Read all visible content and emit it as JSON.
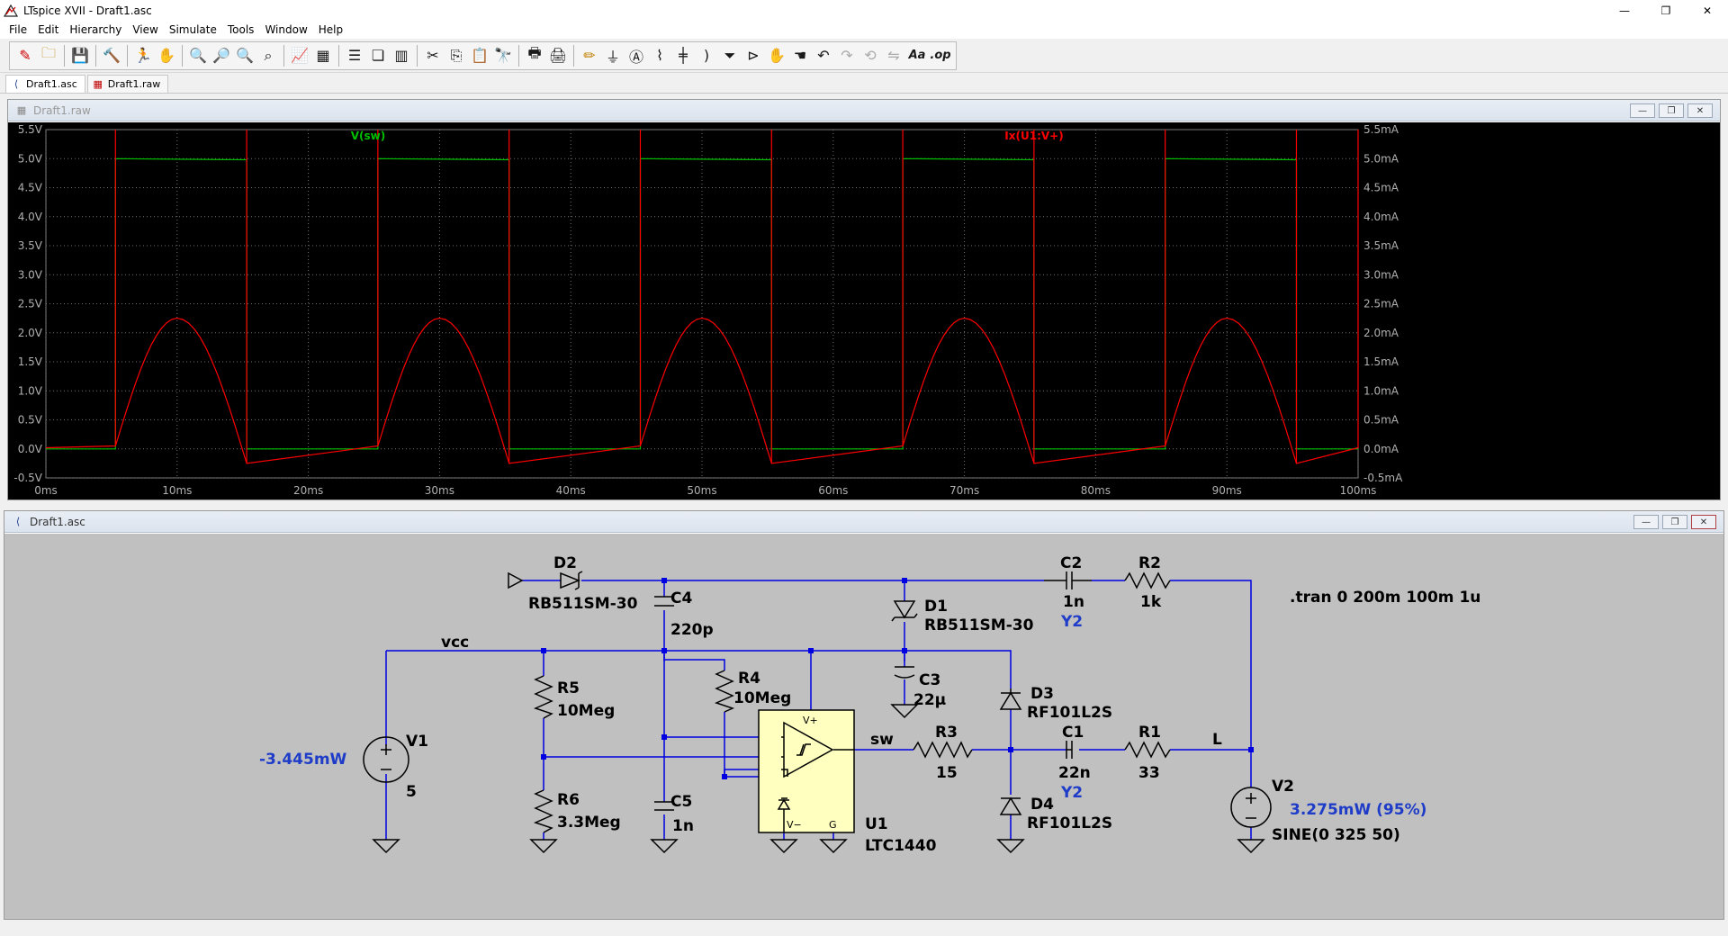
{
  "window": {
    "title": "LTspice XVII - Draft1.asc",
    "min": "—",
    "max": "❐",
    "close": "✕"
  },
  "menu": [
    "File",
    "Edit",
    "Hierarchy",
    "View",
    "Simulate",
    "Tools",
    "Window",
    "Help"
  ],
  "toolbar": {
    "aa_label": "Aa",
    "op_label": ".op"
  },
  "tabs": [
    {
      "label": "Draft1.asc",
      "active": true
    },
    {
      "label": "Draft1.raw",
      "active": false
    }
  ],
  "plot_window": {
    "title": "Draft1.raw"
  },
  "schematic_window": {
    "title": "Draft1.asc"
  },
  "chart_data": {
    "type": "line",
    "series": [
      {
        "name": "V(sw)",
        "color": "#00c000",
        "axis": "left",
        "x": [
          0,
          5.3,
          5.3,
          15.3,
          15.3,
          25.3,
          25.3,
          35.3,
          35.3,
          45.3,
          45.3,
          55.3,
          55.3,
          65.3,
          65.3,
          75.3,
          75.3,
          85.3,
          85.3,
          95.3,
          95.3,
          100
        ],
        "values": [
          0.0,
          0.0,
          5.0,
          4.98,
          0.0,
          0.0,
          5.0,
          4.98,
          0.0,
          0.0,
          5.0,
          4.98,
          0.0,
          0.0,
          5.0,
          4.98,
          0.0,
          0.0,
          5.0,
          4.98,
          0.0,
          0.0
        ]
      },
      {
        "name": "Ix(U1:V+)",
        "color": "#ff0000",
        "axis": "right",
        "x": [
          0,
          5.3,
          10.0,
          15.3,
          25.3,
          30.0,
          35.3,
          45.3,
          50.0,
          55.3,
          65.3,
          70.0,
          75.3,
          85.3,
          90.0,
          95.3,
          100
        ],
        "values": [
          0.02,
          0.05,
          2.25,
          -0.25,
          0.05,
          2.25,
          -0.25,
          0.05,
          2.25,
          -0.25,
          0.05,
          2.25,
          -0.25,
          0.05,
          2.25,
          -0.25,
          0.02
        ]
      }
    ],
    "x_ticks": [
      "0ms",
      "10ms",
      "20ms",
      "30ms",
      "40ms",
      "50ms",
      "60ms",
      "70ms",
      "80ms",
      "90ms",
      "100ms"
    ],
    "xlim": [
      0,
      100
    ],
    "y_left_ticks": [
      "5.5V",
      "5.0V",
      "4.5V",
      "4.0V",
      "3.5V",
      "3.0V",
      "2.5V",
      "2.0V",
      "1.5V",
      "1.0V",
      "0.5V",
      "0.0V",
      "-0.5V"
    ],
    "y_right_ticks": [
      "5.5mA",
      "5.0mA",
      "4.5mA",
      "4.0mA",
      "3.5mA",
      "3.0mA",
      "2.5mA",
      "2.0mA",
      "1.5mA",
      "1.0mA",
      "0.5mA",
      "0.0mA",
      "-0.5mA"
    ],
    "ylim": [
      -0.5,
      5.5
    ],
    "grid": true,
    "background": "#000000"
  },
  "schematic": {
    "directive": ".tran 0 200m 100m 1u",
    "net_vcc": "vcc",
    "net_sw": "sw",
    "net_l": "L",
    "parts": {
      "D2": {
        "name": "D2",
        "value": "RB511SM-30"
      },
      "C4": {
        "name": "C4",
        "value": "220p"
      },
      "D1": {
        "name": "D1",
        "value": "RB511SM-30"
      },
      "C2": {
        "name": "C2",
        "value": "1n",
        "extra": "Y2"
      },
      "R2": {
        "name": "R2",
        "value": "1k"
      },
      "R5": {
        "name": "R5",
        "value": "10Meg"
      },
      "R4": {
        "name": "R4",
        "value": "10Meg"
      },
      "C3": {
        "name": "C3",
        "value": "22µ"
      },
      "D3": {
        "name": "D3",
        "value": "RF101L2S"
      },
      "V1": {
        "name": "V1",
        "value": "5",
        "power": "-3.445mW"
      },
      "R3": {
        "name": "R3",
        "value": "15"
      },
      "C1": {
        "name": "C1",
        "value": "22n",
        "extra": "Y2"
      },
      "R1": {
        "name": "R1",
        "value": "33"
      },
      "R6": {
        "name": "R6",
        "value": "3.3Meg"
      },
      "C5": {
        "name": "C5",
        "value": "1n"
      },
      "D4": {
        "name": "D4",
        "value": "RF101L2S"
      },
      "U1": {
        "name": "U1",
        "value": "LTC1440",
        "pin_vplus": "V+",
        "pin_vminus": "V−",
        "pin_g": "G"
      },
      "V2": {
        "name": "V2",
        "value": "SINE(0 325 50)",
        "power": "3.275mW (95%)"
      }
    }
  }
}
